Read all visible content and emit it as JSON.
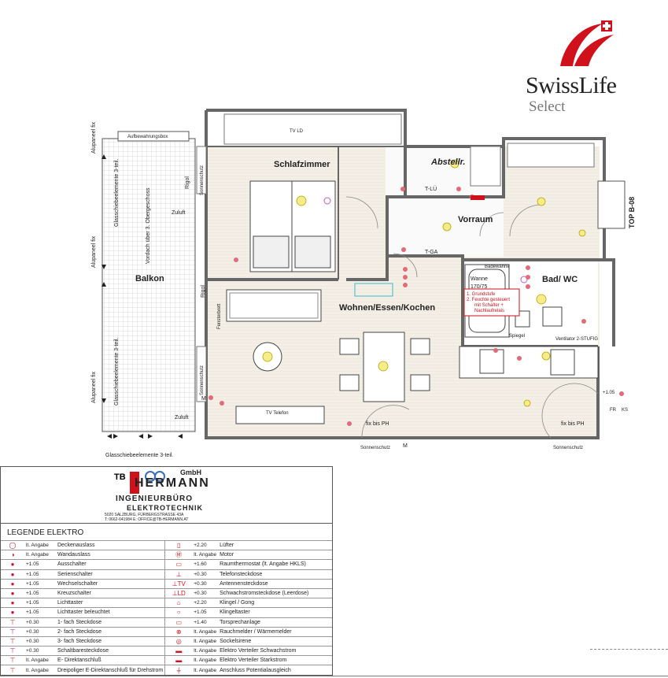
{
  "logo": {
    "brand": "SwissLife",
    "sub": "Select",
    "red": "#d0111b"
  },
  "top_label": "TOP B-08",
  "rooms": {
    "schlafzimmer": "Schlafzimmer",
    "abstellr": "Abstellr.",
    "vorraum": "Vorraum",
    "wohnen": "Wohnen/Essen/Kochen",
    "bad": "Bad/ WC",
    "balkon": "Balkon"
  },
  "plan_labels": {
    "aufbewahrungsbox": "Aufbewahrungsbox",
    "glas_left_top": "Glasschiebeelemente 3-teil.",
    "glas_left_bottom": "Glasschiebeelemente 3-teil.",
    "glas_bottom": "Glasschiebeelemente 3-teil.",
    "vordach": "Vordach über 3. Obergeschoss",
    "alupaneel_1": "Alupaneel fix",
    "alupaneel_2": "Alupaneel fix",
    "alupaneel_3": "Alupaneel fix",
    "rigol_1": "Rigol",
    "rigol_2": "Rigol",
    "sonnenschutz_1": "Sonnenschutz",
    "sonnenschutz_2": "Sonnenschutz",
    "sonnenschutz_3": "Sonnenschutz",
    "sonnenschutz_4": "Sonnenschutz",
    "zuluft_1": "Zuluft",
    "zuluft_2": "Zuluft",
    "fixbisph_1": "fix bis PH",
    "fixbisph_2": "fix bis PH",
    "tglu_1": "T-LÜ",
    "tglu_2": "T-GA",
    "fensterbrett": "Fensterbrett",
    "wanne": "Wanne",
    "wanne_size": "170/75",
    "badewanne": "Badewanne",
    "ventilator": "Ventilator 2-STUFIG",
    "note_1": "1. Grundstufe",
    "note_2": "2. Feuchte gesteuert",
    "note_3": "mit Schalter +",
    "note_4": "Nachlaufrelais",
    "tv_telefon": "TV Telefon",
    "tv_ld": "TV LD",
    "spiegel": "Spiegel",
    "m_1": "M",
    "m_2": "M",
    "ks": "KS",
    "fr": "FR",
    "plus105": "+1.05"
  },
  "office": {
    "gmbh": "GmbH",
    "name": "HERMANN",
    "line1": "INGENIEURBÜRO",
    "line2": "ELEKTROTECHNIK",
    "line3": "5020 SALZBURG, FÜRBERGSTRASSE 43A",
    "line4": "T: 0662-641984 E: OFFICE@TB-HERMANN.AT"
  },
  "legend": {
    "title": "LEGENDE ELEKTRO",
    "rows": [
      {
        "s1": "◯",
        "h1": "lt. Angabe",
        "d1": "Deckenauslass",
        "s2": "▯",
        "h2": "+2.20",
        "d2": "Lüfter"
      },
      {
        "s1": "◑",
        "h1": "lt. Angabe",
        "d1": "Wandauslass",
        "s2": "Ⓜ",
        "h2": "lt. Angabe",
        "d2": "Motor"
      },
      {
        "s1": "●",
        "h1": "+1.05",
        "d1": "Ausschalter",
        "s2": "▭",
        "h2": "+1.60",
        "d2": "Raumthermostat (lt. Angabe HKLS)"
      },
      {
        "s1": "●",
        "h1": "+1.05",
        "d1": "Serienschalter",
        "s2": "⊥",
        "h2": "+0.30",
        "d2": "Telefonsteckdose"
      },
      {
        "s1": "●",
        "h1": "+1.05",
        "d1": "Wechselschalter",
        "s2": "⊥TV",
        "h2": "+0.30",
        "d2": "Antennensteckdose"
      },
      {
        "s1": "●",
        "h1": "+1.05",
        "d1": "Kreuzschalter",
        "s2": "⊥LD",
        "h2": "+0.30",
        "d2": "Schwachstromsteckdose (Leerdose)"
      },
      {
        "s1": "●",
        "h1": "+1.05",
        "d1": "Lichttaster",
        "s2": "⌂",
        "h2": "+2.20",
        "d2": "Klingel / Gong"
      },
      {
        "s1": "●",
        "h1": "+1.05",
        "d1": "Lichttaster beleuchtet",
        "s2": "○",
        "h2": "+1.05",
        "d2": "Klingeltaster"
      },
      {
        "s1": "⊤",
        "h1": "+0.30",
        "d1": "1- fach Steckdose",
        "s2": "▭",
        "h2": "+1.40",
        "d2": "Torsprechanlage"
      },
      {
        "s1": "⊤",
        "h1": "+0.30",
        "d1": "2- fach Steckdose",
        "s2": "⊗",
        "h2": "lt. Angabe",
        "d2": "Rauchmelder / Wärmemelder"
      },
      {
        "s1": "⊤",
        "h1": "+0.30",
        "d1": "3- fach Steckdose",
        "s2": "◎",
        "h2": "lt. Angabe",
        "d2": "Sockelsirene"
      },
      {
        "s1": "⊤",
        "h1": "+0.30",
        "d1": "Schaltbaresteckdose",
        "s2": "▬",
        "h2": "lt. Angabe",
        "d2": "Elektro Verteiler Schwachstrom"
      },
      {
        "s1": "⊤",
        "h1": "lt. Angabe",
        "d1": "E- Direktanschluß",
        "s2": "▬",
        "h2": "lt. Angabe",
        "d2": "Elektro Verteiler Starkstrom"
      },
      {
        "s1": "⊤",
        "h1": "lt. Angabe",
        "d1": "Dreipoliger E-Direktanschluß für Drehstrom",
        "s2": "⏚",
        "h2": "lt. Angabe",
        "d2": "Anschluss Potentialausgleich"
      }
    ]
  }
}
